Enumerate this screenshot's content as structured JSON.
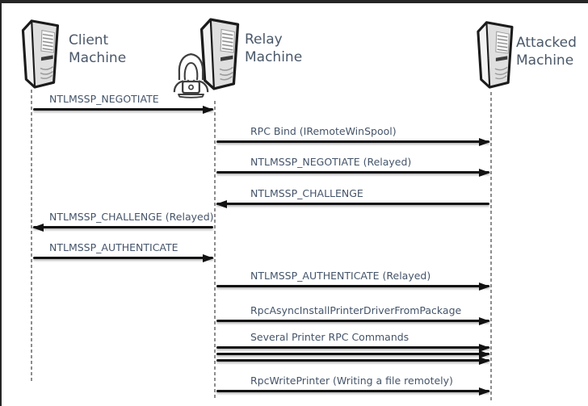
{
  "actors": [
    {
      "id": "client",
      "label_line1": "Client",
      "label_line2": "Machine",
      "icon": "server-tower-icon"
    },
    {
      "id": "relay",
      "label_line1": "Relay",
      "label_line2": "Machine",
      "icon": "server-tower-icon",
      "overlay_icon": "hacker-with-laptop-icon"
    },
    {
      "id": "attacked",
      "label_line1": "Attacked",
      "label_line2": "Machine",
      "icon": "server-tower-icon"
    }
  ],
  "messages": [
    {
      "label": "NTLMSSP_NEGOTIATE",
      "from": "client",
      "to": "relay",
      "arrow_count": 1
    },
    {
      "label": "RPC Bind (IRemoteWinSpool)",
      "from": "relay",
      "to": "attacked",
      "arrow_count": 1
    },
    {
      "label": "NTLMSSP_NEGOTIATE (Relayed)",
      "from": "relay",
      "to": "attacked",
      "arrow_count": 1
    },
    {
      "label": "NTLMSSP_CHALLENGE",
      "from": "attacked",
      "to": "relay",
      "arrow_count": 1
    },
    {
      "label": "NTLMSSP_CHALLENGE (Relayed)",
      "from": "relay",
      "to": "client",
      "arrow_count": 1
    },
    {
      "label": "NTLMSSP_AUTHENTICATE",
      "from": "client",
      "to": "relay",
      "arrow_count": 1
    },
    {
      "label": "NTLMSSP_AUTHENTICATE (Relayed)",
      "from": "relay",
      "to": "attacked",
      "arrow_count": 1
    },
    {
      "label": "RpcAsyncInstallPrinterDriverFromPackage",
      "from": "relay",
      "to": "attacked",
      "arrow_count": 1
    },
    {
      "label": "Several Printer RPC Commands",
      "from": "relay",
      "to": "attacked",
      "arrow_count": 3
    },
    {
      "label": "RpcWritePrinter (Writing a file remotely)",
      "from": "relay",
      "to": "attacked",
      "arrow_count": 1
    }
  ],
  "colors": {
    "message_text": "#44546a",
    "actor_text": "#4a5869",
    "arrow": "#121212",
    "lifeline": "#8d8d8d",
    "border": "#262626",
    "icon_outline": "#1b1b1b"
  }
}
